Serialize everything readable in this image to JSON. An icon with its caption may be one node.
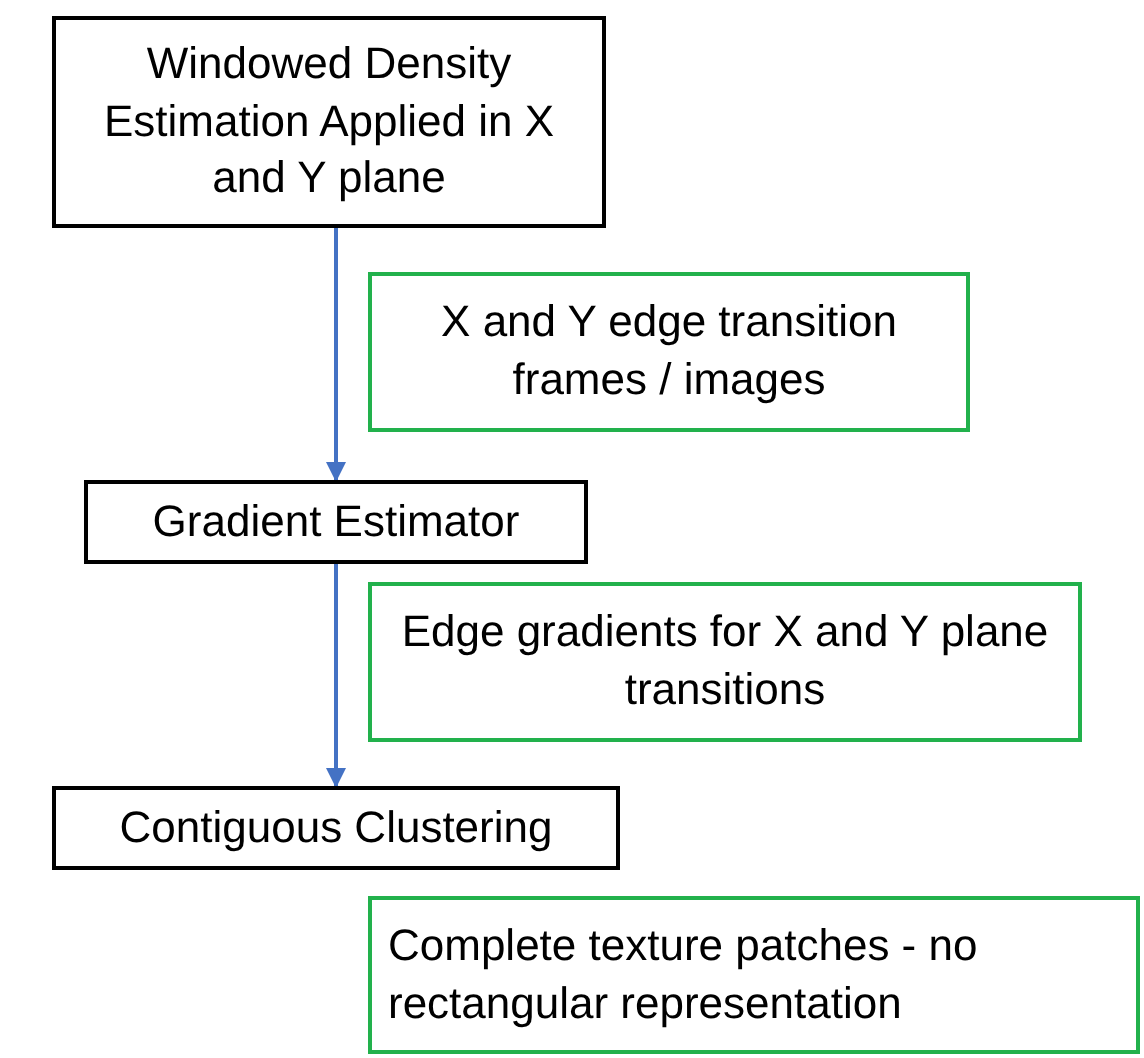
{
  "diagram": {
    "nodes": [
      {
        "text": [
          "Windowed Density Estimation Applied in X and Y plane"
        ]
      },
      {
        "text": [
          "X and Y edge transition frames / images"
        ]
      },
      {
        "text": [
          "Gradient Estimator"
        ]
      },
      {
        "text": [
          "Edge gradients for X and Y plane transitions"
        ]
      },
      {
        "text": [
          "Contiguous Clustering"
        ]
      },
      {
        "text": [
          "Complete texture patches - no rectangular representation"
        ]
      }
    ],
    "edges": [
      {
        "from": 0,
        "to": 2,
        "arrow": "to"
      },
      {
        "from": 2,
        "to": 4,
        "arrow": "to"
      }
    ]
  }
}
